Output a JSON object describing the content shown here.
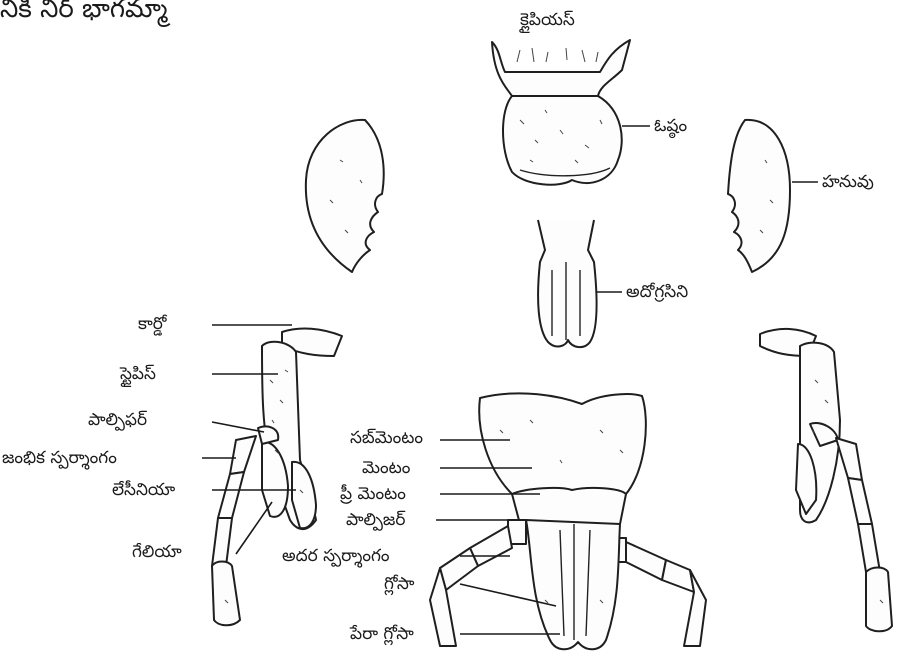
{
  "top_text": "నికి నిర్ భాగమ్మా",
  "labels": {
    "clypeus": "క్లైపియస్",
    "labrum": "ఓష్ఠం",
    "mandible": "హనువు",
    "hypopharynx": "అదోగ్రసిని",
    "cardo": "కార్డో",
    "stipes": "స్టైపిస్",
    "palpifer": "పాల్పిఫర్",
    "maxillary_palp": "జంభిక స్పర్శాంగం",
    "lacinia": "లేసీనియా",
    "galea": "గేలియా",
    "submentum": "సబ్‌మెంటం",
    "mentum": "మెంటం",
    "prementum": "ప్రీ మెంటం",
    "palpiger": "పాల్పిజర్",
    "labial_palp": "అదర స్పర్శాంగం",
    "glossa": "గ్లోసా",
    "paraglossa": "పేరా గ్లోసా"
  }
}
